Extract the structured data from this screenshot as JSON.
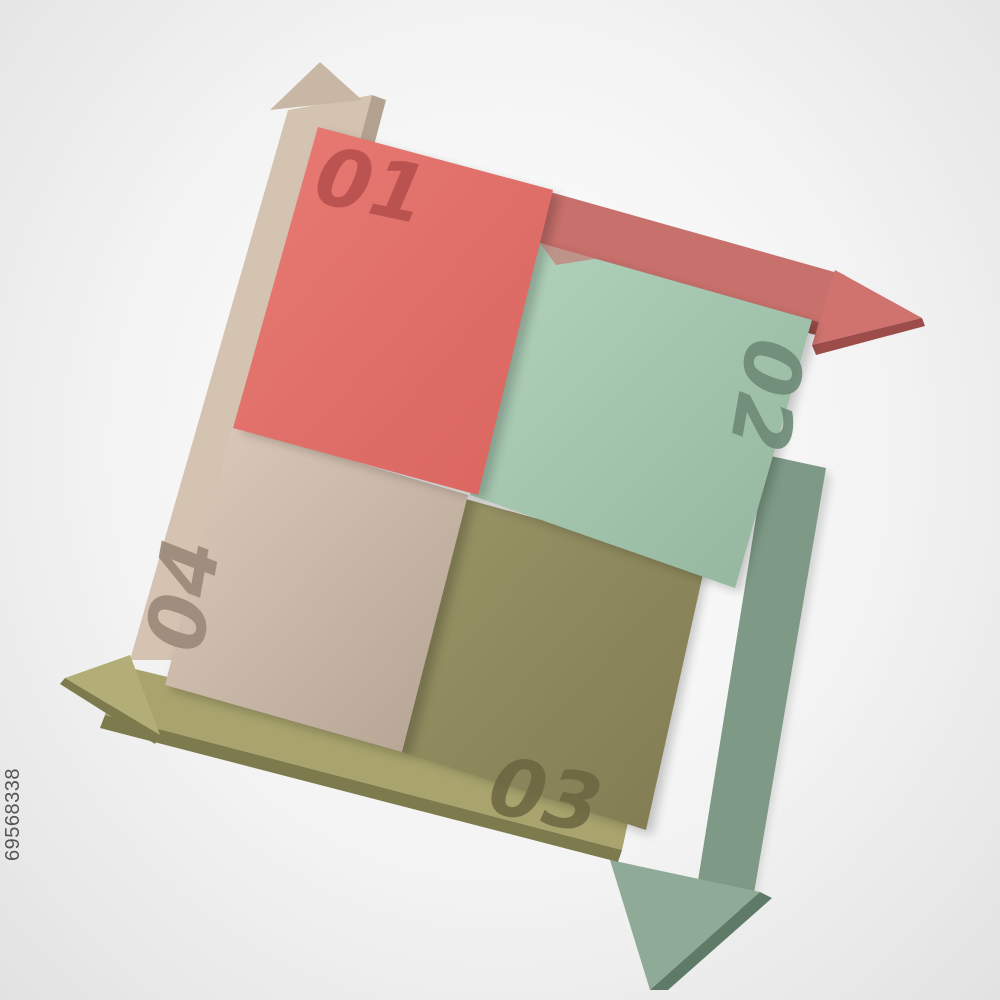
{
  "diagram": {
    "steps": [
      {
        "number": "01",
        "color": "#e46f6a",
        "shade": "#b9524f",
        "arrow": "#c96d6a"
      },
      {
        "number": "02",
        "color": "#a3c7ae",
        "shade": "#6f8c78",
        "arrow": "#7f9c88"
      },
      {
        "number": "03",
        "color": "#8f8a5e",
        "shade": "#6a6640",
        "arrow": "#a4a06a"
      },
      {
        "number": "04",
        "color": "#c6b3a3",
        "shade": "#9f8e80",
        "arrow": "#cdbca9"
      }
    ]
  },
  "image_id": "69568338"
}
